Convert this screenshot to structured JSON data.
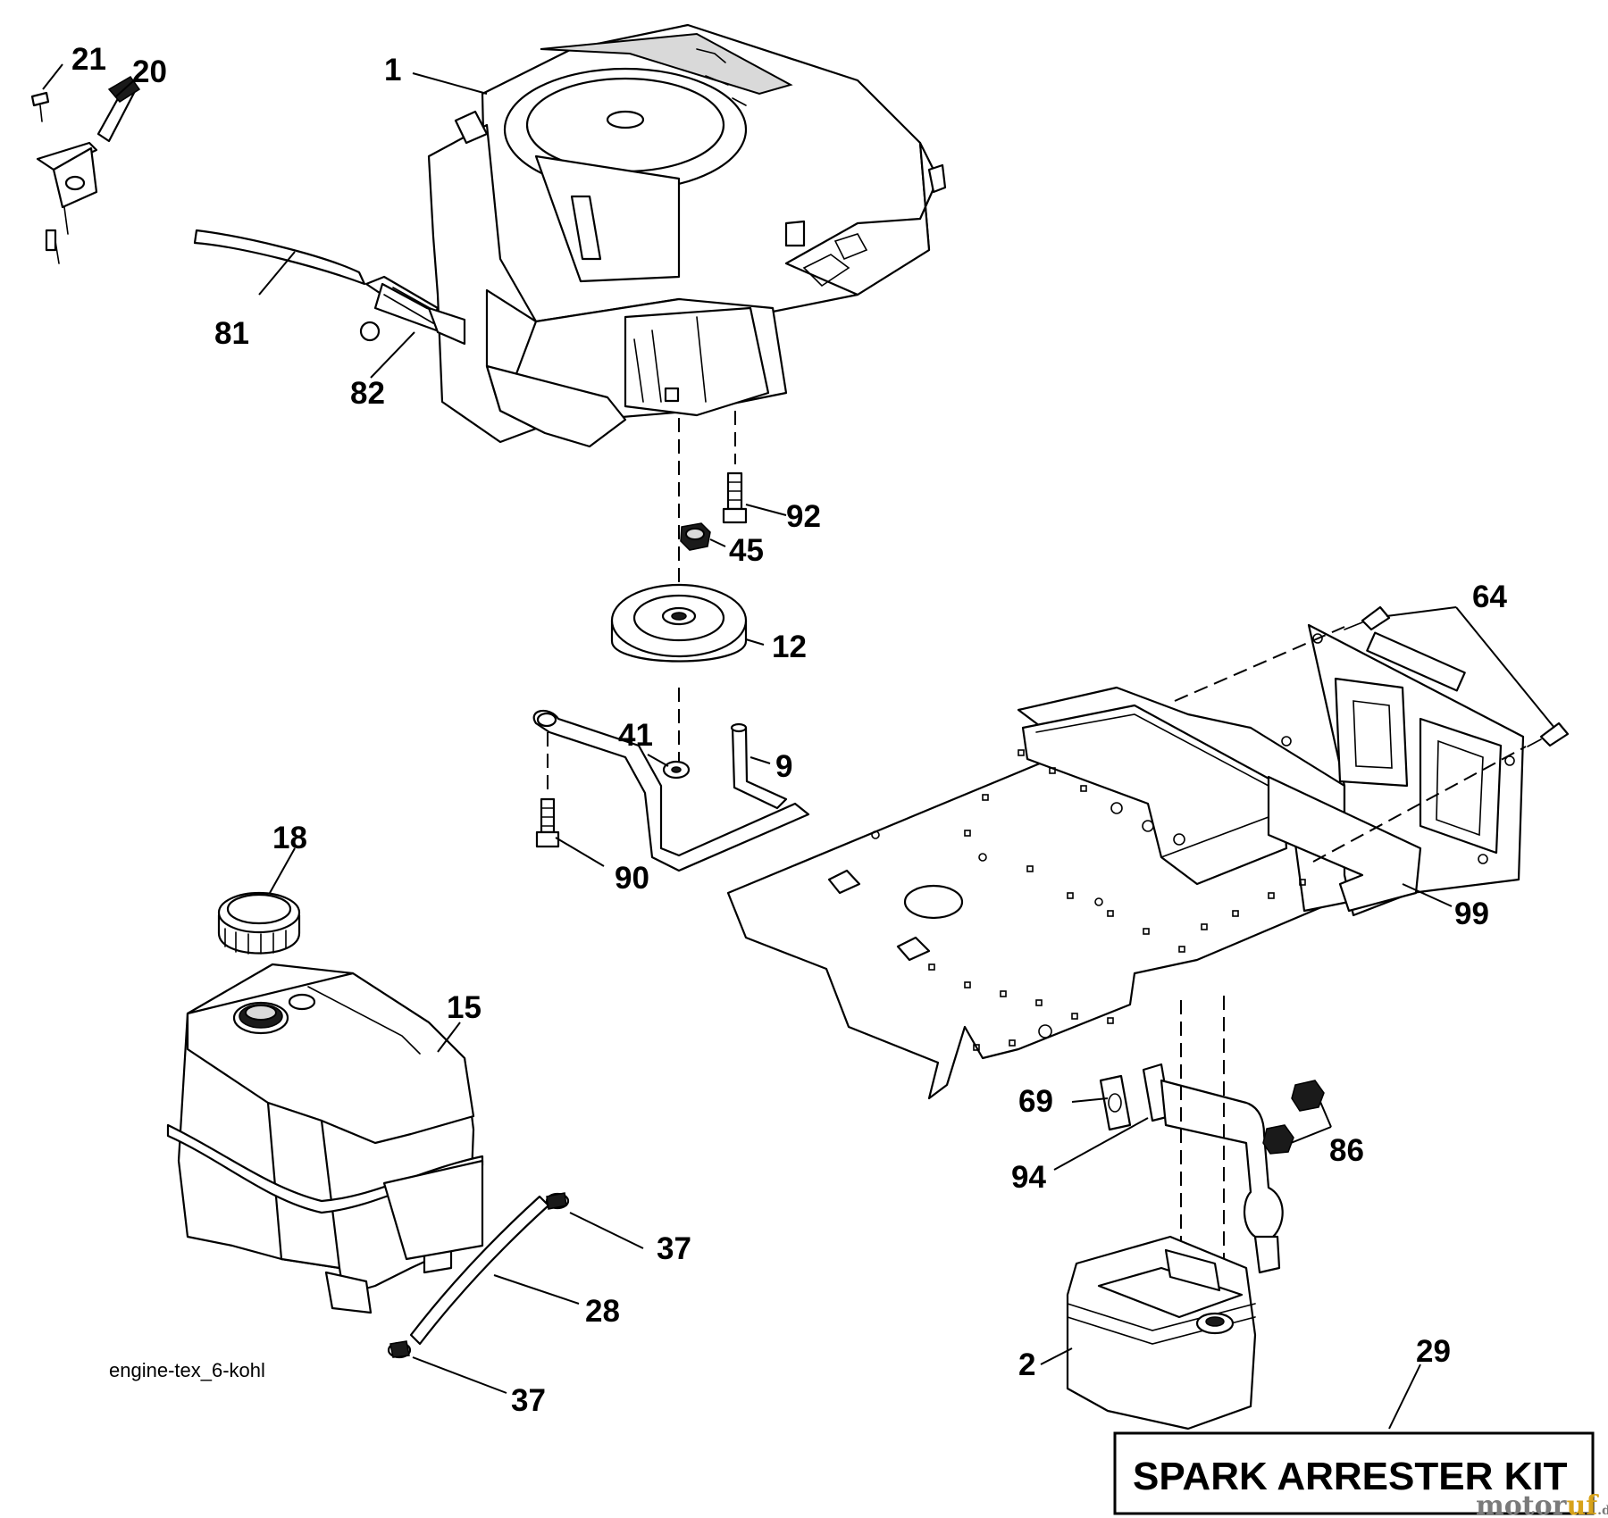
{
  "caption": "engine-tex_6-kohl",
  "kit_label": "SPARK ARRESTER KIT",
  "watermark": {
    "part1": "motor",
    "part2": "uf",
    "suffix": ".de"
  },
  "callouts": {
    "c1": "1",
    "c2": "2",
    "c9": "9",
    "c12": "12",
    "c15": "15",
    "c18": "18",
    "c20": "20",
    "c21": "21",
    "c28": "28",
    "c29": "29",
    "c37a": "37",
    "c37b": "37",
    "c41": "41",
    "c45": "45",
    "c64": "64",
    "c69": "69",
    "c81": "81",
    "c82": "82",
    "c86": "86",
    "c90": "90",
    "c92": "92",
    "c94": "94",
    "c99": "99"
  }
}
